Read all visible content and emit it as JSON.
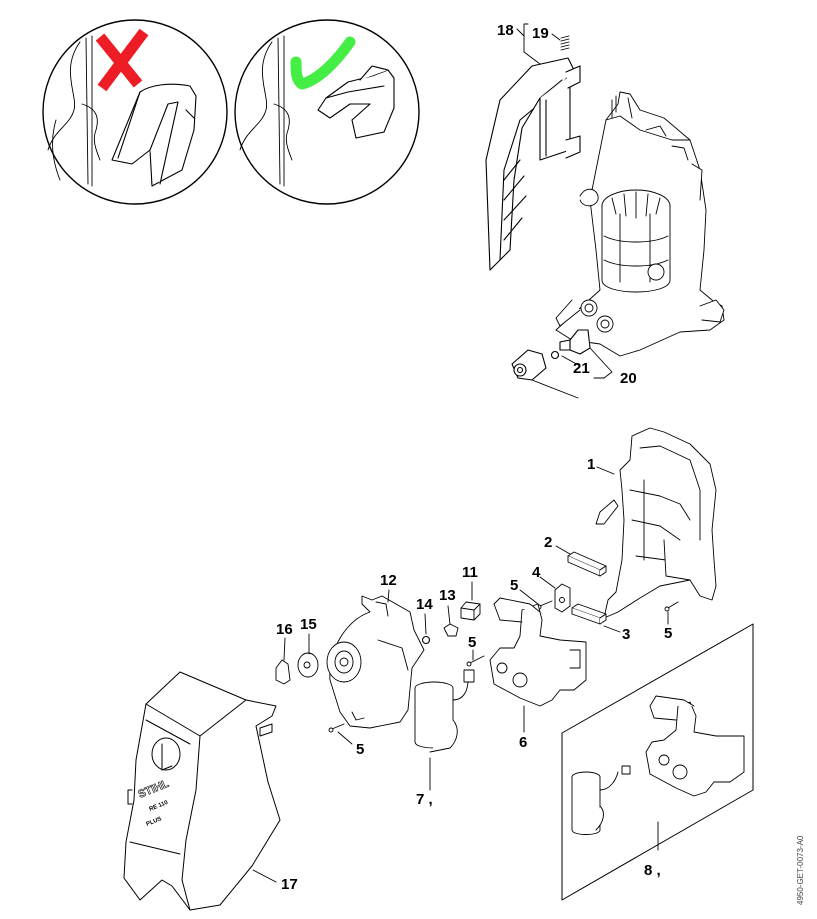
{
  "diagram": {
    "title": "",
    "document_id": "4950-GET-0073-A0",
    "detail_views": [
      {
        "name": "incorrect-installation",
        "mark": "cross",
        "color": "#ee1c24"
      },
      {
        "name": "correct-installation",
        "mark": "check",
        "color": "#44ee44"
      }
    ],
    "callouts": [
      {
        "id": "c18",
        "label": "18"
      },
      {
        "id": "c19",
        "label": "19"
      },
      {
        "id": "c21",
        "label": "21"
      },
      {
        "id": "c20",
        "label": "20"
      },
      {
        "id": "c1",
        "label": "1"
      },
      {
        "id": "c2",
        "label": "2"
      },
      {
        "id": "c4",
        "label": "4"
      },
      {
        "id": "c5a",
        "label": "5"
      },
      {
        "id": "c11",
        "label": "11"
      },
      {
        "id": "c12",
        "label": "12"
      },
      {
        "id": "c13",
        "label": "13"
      },
      {
        "id": "c14",
        "label": "14"
      },
      {
        "id": "c16",
        "label": "16"
      },
      {
        "id": "c15",
        "label": "15"
      },
      {
        "id": "c5b",
        "label": "5"
      },
      {
        "id": "c3",
        "label": "3"
      },
      {
        "id": "c5c",
        "label": "5"
      },
      {
        "id": "c6",
        "label": "6"
      },
      {
        "id": "c5d",
        "label": "5"
      },
      {
        "id": "c7",
        "label": "7 ,"
      },
      {
        "id": "c8",
        "label": "8 ,"
      },
      {
        "id": "c17",
        "label": "17"
      }
    ],
    "brand_text": "STIHL",
    "model_text": "RE 110",
    "sub_text": "PLUS"
  }
}
